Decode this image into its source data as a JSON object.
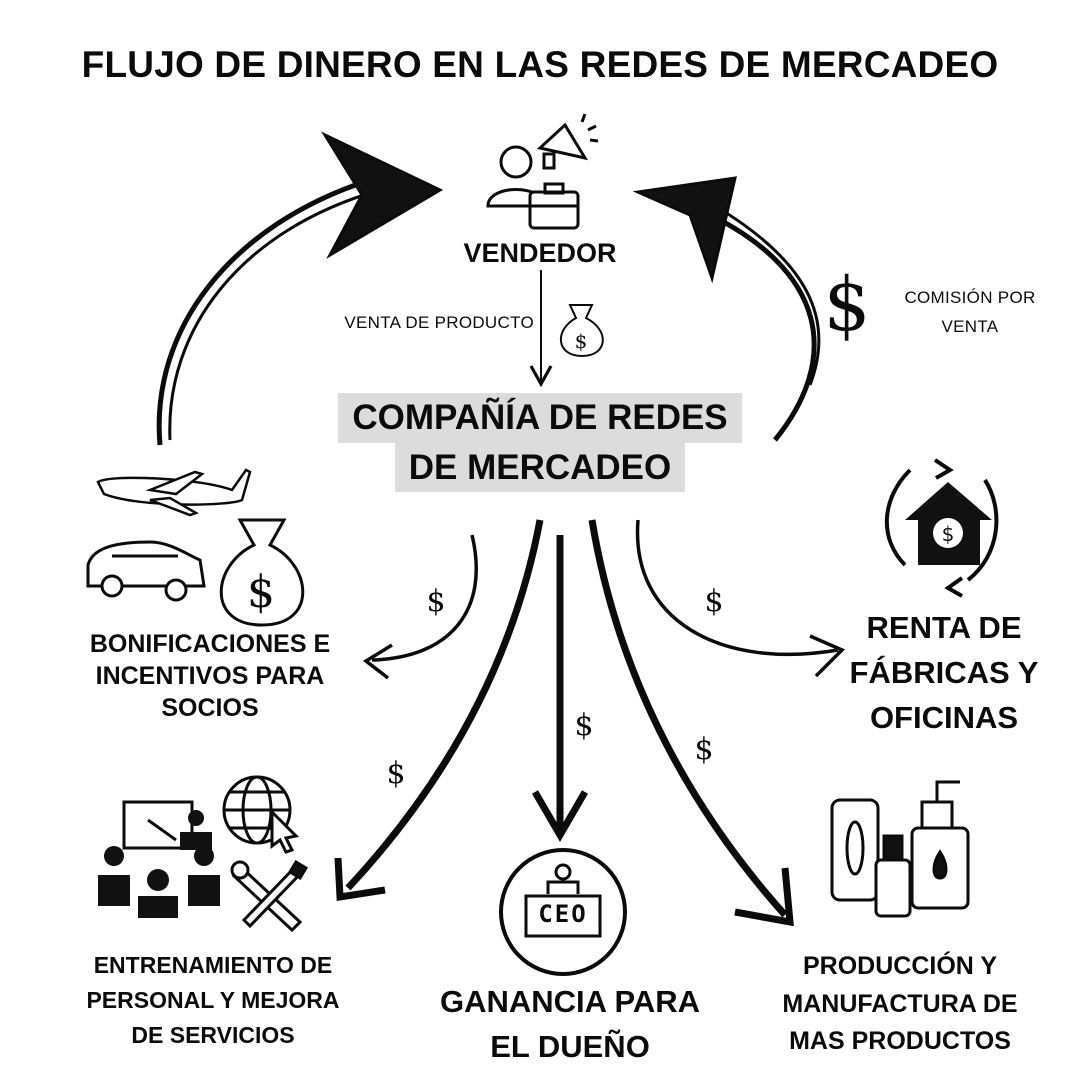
{
  "title": "FLUJO DE DINERO EN LAS REDES DE MERCADEO",
  "nodes": {
    "seller": "VENDEDOR",
    "company_line1": "COMPAÑÍA DE REDES",
    "company_line2": "DE MERCADEO",
    "bonuses_line1": "BONIFICACIONES E",
    "bonuses_line2": "INCENTIVOS PARA",
    "bonuses_line3": "SOCIOS",
    "rent_line1": "RENTA DE",
    "rent_line2": "FÁBRICAS Y",
    "rent_line3": "OFICINAS",
    "training_line1": "ENTRENAMIENTO DE",
    "training_line2": "PERSONAL Y MEJORA",
    "training_line3": "DE SERVICIOS",
    "profit_line1": "GANANCIA PARA",
    "profit_line2": "EL DUEÑO",
    "production_line1": "PRODUCCIÓN Y",
    "production_line2": "MANUFACTURA DE",
    "production_line3": "MAS PRODUCTOS"
  },
  "flows": {
    "sale_label": "VENTA DE PRODUCTO",
    "commission_line1": "COMISIÓN POR",
    "commission_line2": "VENTA",
    "currency_symbol": "$"
  },
  "icons": {
    "ceo_badge": "CEO",
    "seller": "person-megaphone-briefcase-icon",
    "money_bag": "money-bag-icon",
    "plane": "airplane-icon",
    "car": "car-icon",
    "house": "house-dollar-cycle-icon",
    "training": "classroom-training-icon",
    "globe": "globe-cursor-icon",
    "tools": "wrench-screwdriver-icon",
    "production": "cosmetic-bottles-icon",
    "ceo": "ceo-person-icon"
  }
}
